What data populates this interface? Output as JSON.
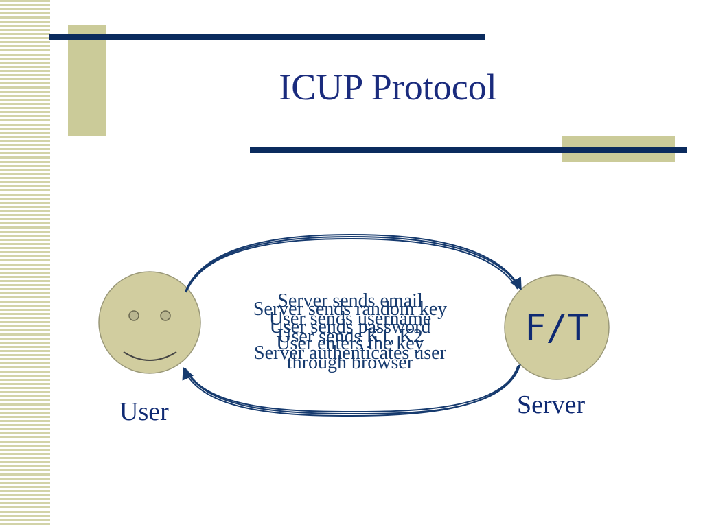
{
  "slide": {
    "title": "ICUP Protocol"
  },
  "diagram": {
    "user_label": "User",
    "server_label": "Server",
    "server_badge": "F/T",
    "overlapping_messages": [
      "Server sends email",
      "Server sends random key",
      "User sends username",
      "User sends password",
      "User sends K1, K2",
      "through browser",
      "User enters the key",
      "Server authenticates user"
    ]
  },
  "colors": {
    "navy": "#0b2b5e",
    "title_blue": "#1a2b7d",
    "khaki": "#cbcb99",
    "face_fill": "#d1cd9f",
    "stripe": "#d2d3a8"
  }
}
